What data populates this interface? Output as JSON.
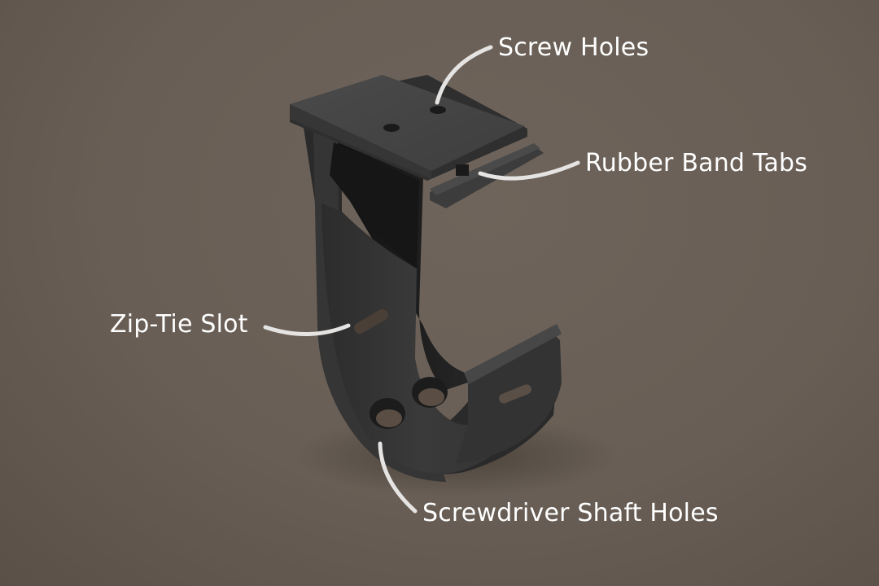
{
  "diagram": {
    "subject": "3D rendered screwdriver holder bracket",
    "background_color": "#6a6057",
    "part_color": "#3a3a3a",
    "leader_line_color": "#e6e4e2",
    "label_color": "#ffffff",
    "callouts": [
      {
        "id": "screw-holes",
        "label": "Screw Holes"
      },
      {
        "id": "rubber-band-tabs",
        "label": "Rubber Band Tabs"
      },
      {
        "id": "zip-tie-slot",
        "label": "Zip-Tie Slot"
      },
      {
        "id": "screwdriver-shaft-holes",
        "label": "Screwdriver Shaft Holes"
      }
    ]
  }
}
